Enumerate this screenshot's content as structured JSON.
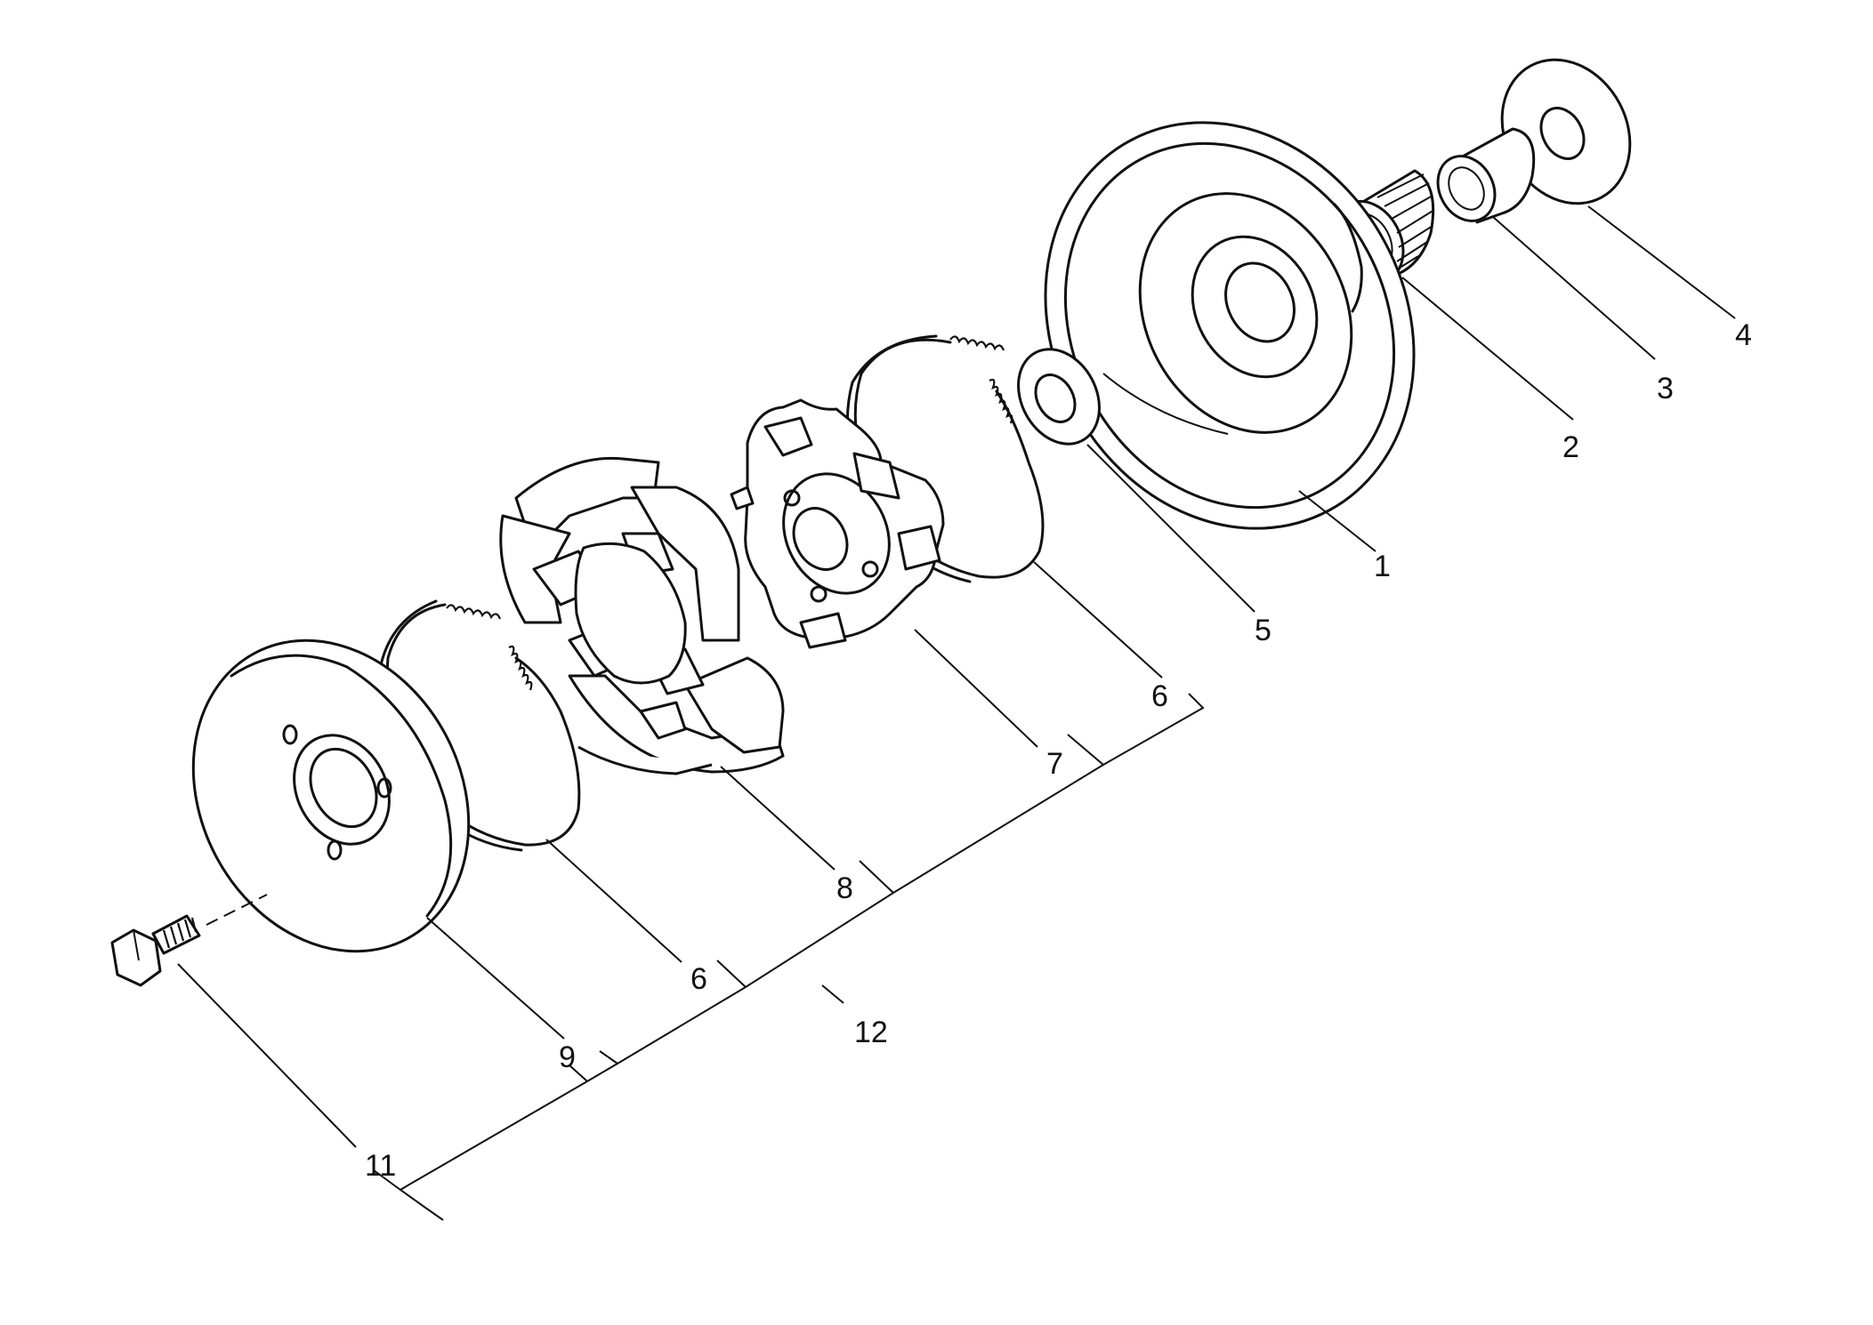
{
  "figure": {
    "type": "exploded-parts-diagram",
    "callouts": [
      "1",
      "2",
      "3",
      "4",
      "5",
      "6",
      "7",
      "8",
      "6",
      "9",
      "11",
      "12"
    ]
  },
  "parts": [
    {
      "id": "1",
      "label": "1",
      "name-icon": "clutch-drum-icon"
    },
    {
      "id": "2",
      "label": "2",
      "name-icon": "needle-bearing-icon"
    },
    {
      "id": "3",
      "label": "3",
      "name-icon": "bushing-icon"
    },
    {
      "id": "4",
      "label": "4",
      "name-icon": "outer-washer-icon"
    },
    {
      "id": "5",
      "label": "5",
      "name-icon": "thrust-washer-icon"
    },
    {
      "id": "6a",
      "label": "6",
      "name-icon": "clutch-spring-icon"
    },
    {
      "id": "7",
      "label": "7",
      "name-icon": "clutch-hub-icon"
    },
    {
      "id": "8",
      "label": "8",
      "name-icon": "clutch-shoes-icon"
    },
    {
      "id": "6b",
      "label": "6",
      "name-icon": "clutch-spring-icon"
    },
    {
      "id": "9",
      "label": "9",
      "name-icon": "cover-plate-icon"
    },
    {
      "id": "11",
      "label": "11",
      "name-icon": "hex-bolt-icon"
    },
    {
      "id": "12",
      "label": "12",
      "name-icon": "clutch-assembly-bracket-icon"
    }
  ],
  "colors": {
    "line": "#111111",
    "background": "#ffffff"
  }
}
